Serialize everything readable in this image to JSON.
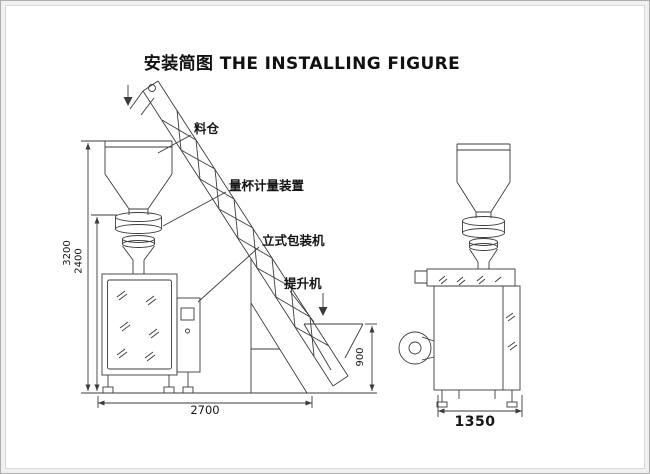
{
  "page": {
    "title": "安装简图 THE INSTALLING FIGURE"
  },
  "part_labels": {
    "hopper": "料仓",
    "measuring_device": "量杯计量装置",
    "vertical_packing_machine": "立式包装机",
    "elevator": "提升机"
  },
  "dimensions": {
    "overall_height": "3200",
    "machine_height": "2400",
    "floor_span": "2700",
    "inlet_height": "900",
    "side_view_width": "1350"
  },
  "style": {
    "line_color": "#3b3b3b",
    "text_color": "#151515",
    "background": "#ffffff"
  }
}
